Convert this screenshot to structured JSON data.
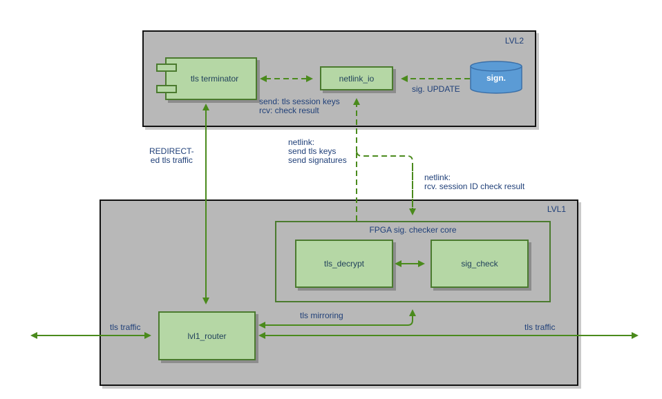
{
  "containers": {
    "lvl2": {
      "label": "LVL2"
    },
    "lvl1": {
      "label": "LVL1"
    }
  },
  "nodes": {
    "tls_terminator": "tls terminator",
    "netlink_io": "netlink_io",
    "sign_db": "sign.",
    "tls_decrypt": "tls_decrypt",
    "sig_check": "sig_check",
    "lvl1_router": "lvl1_router"
  },
  "groups": {
    "fpga": "FPGA sig. checker core"
  },
  "edge_labels": {
    "session_keys": "send: tls session keys\nrcv: check result",
    "sig_update": "sig. UPDATE",
    "redirect": "REDIRECT-\ned tls traffic",
    "netlink_send": "netlink:\nsend tls keys\nsend signatures",
    "netlink_rcv": "netlink:\nrcv. session ID check result",
    "tls_mirroring": "tls mirroring",
    "tls_traffic_in": "tls traffic",
    "tls_traffic_out": "tls traffic"
  },
  "colors": {
    "edge": "#4a8a1c",
    "node_fill": "#b5d7a5",
    "node_border": "#4a7a2e",
    "container_fill": "#b8b8b8",
    "db_fill": "#5b9bd5",
    "label_text": "#1f3f78"
  }
}
